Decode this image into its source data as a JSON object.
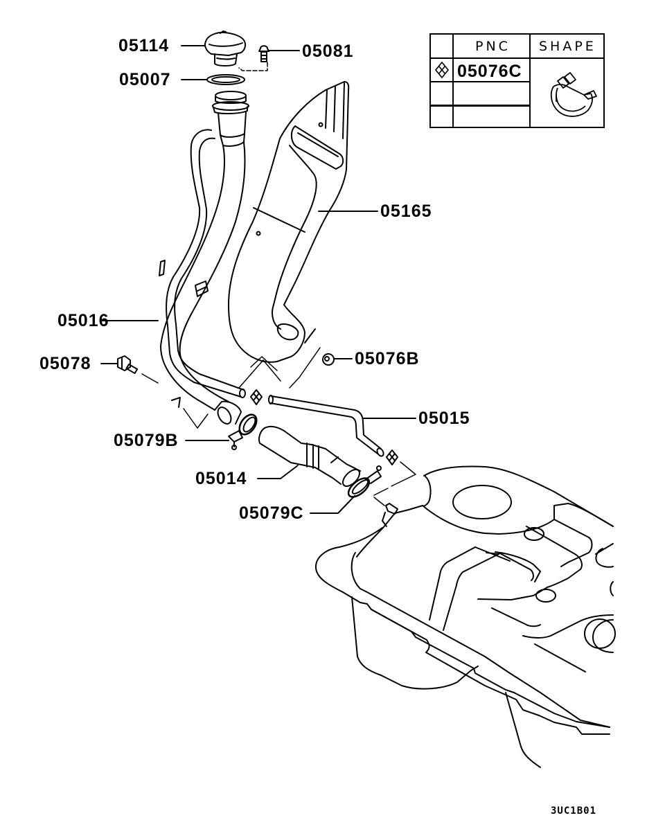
{
  "diagram": {
    "type": "exploded-parts-diagram",
    "subject": "Fuel tank filler neck assembly",
    "drawing_code": "3UC1B01",
    "colors": {
      "line": "#000000",
      "background": "#ffffff"
    }
  },
  "callouts": [
    {
      "id": "05114",
      "label": "05114",
      "part": "fuel filler cap"
    },
    {
      "id": "05081",
      "label": "05081",
      "part": "screw"
    },
    {
      "id": "05007",
      "label": "05007",
      "part": "gasket"
    },
    {
      "id": "05165",
      "label": "05165",
      "part": "protector / shield"
    },
    {
      "id": "05016",
      "label": "05016",
      "part": "filler neck / breather pipe"
    },
    {
      "id": "05078",
      "label": "05078",
      "part": "bolt"
    },
    {
      "id": "05076B",
      "label": "05076B",
      "part": "nut / grommet"
    },
    {
      "id": "05015",
      "label": "05015",
      "part": "breather hose"
    },
    {
      "id": "05079B",
      "label": "05079B",
      "part": "hose clamp"
    },
    {
      "id": "05014",
      "label": "05014",
      "part": "filler hose"
    },
    {
      "id": "05079C",
      "label": "05079C",
      "part": "hose clamp"
    }
  ],
  "pnc_table": {
    "headers": {
      "symbol": "",
      "pnc": "PNC",
      "shape": "SHAPE"
    },
    "rows": [
      {
        "symbol": "diamond-icon",
        "pnc": "05076C"
      },
      {
        "symbol": "",
        "pnc": ""
      },
      {
        "symbol": "",
        "pnc": ""
      }
    ],
    "shape_icon": "hose-clamp-icon"
  }
}
